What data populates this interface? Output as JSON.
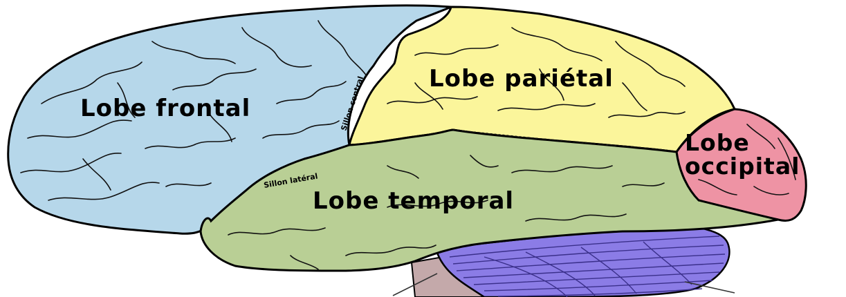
{
  "colors": {
    "frontal": "#b6d7ea",
    "parietal": "#fbf59b",
    "temporal": "#b9cf95",
    "occipital": "#ee93a4",
    "cerebellum": "#8b7ce6",
    "brainstem": "#c4a9aa",
    "outline": "#000000",
    "background": "#ffffff"
  },
  "labels": {
    "frontal": "Lobe frontal",
    "parietal": "Lobe pariétal",
    "temporal": "Lobe temporal",
    "occipital_line1": "Lobe",
    "occipital_line2": "occipital",
    "central_sulcus": "Sillon central",
    "lateral_sulcus": "Sillon latéral"
  }
}
